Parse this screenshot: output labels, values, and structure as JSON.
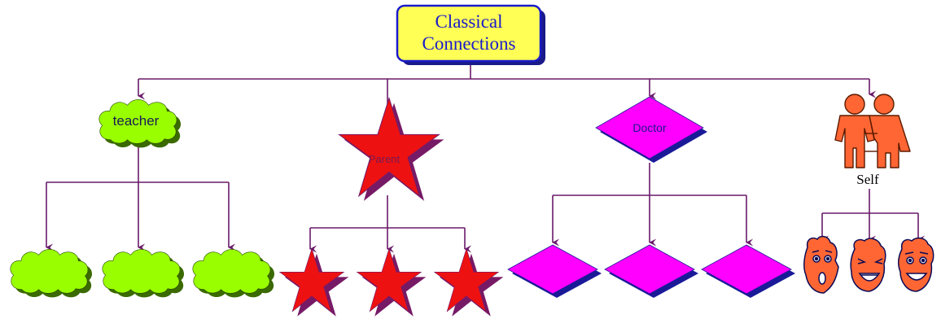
{
  "title": {
    "line1": "Classical",
    "line2": "Connections"
  },
  "branches": [
    {
      "label": "teacher",
      "shape": "cloud",
      "child_count": 3
    },
    {
      "label": "Parent",
      "shape": "star",
      "child_count": 3
    },
    {
      "label": "Doctor",
      "shape": "diamond",
      "child_count": 3
    },
    {
      "label": "Self",
      "shape": "people-icon",
      "child_count": 3,
      "child_icons": [
        "surprised-face-icon",
        "laughing-face-icon",
        "smiling-face-icon"
      ]
    }
  ],
  "colors": {
    "title_fill": "#ffff55",
    "title_border": "#1a1acc",
    "title_text": "#1a1acc",
    "connector": "#6a1a6a",
    "cloud_fill": "#99ff00",
    "cloud_shadow": "#3a6a00",
    "star_fill": "#ee1111",
    "star_shadow": "#771a66",
    "diamond_fill": "#ff00ff",
    "diamond_shadow": "#1a1a99",
    "people_fill": "#ff6633",
    "face_fill": "#ff6633"
  }
}
